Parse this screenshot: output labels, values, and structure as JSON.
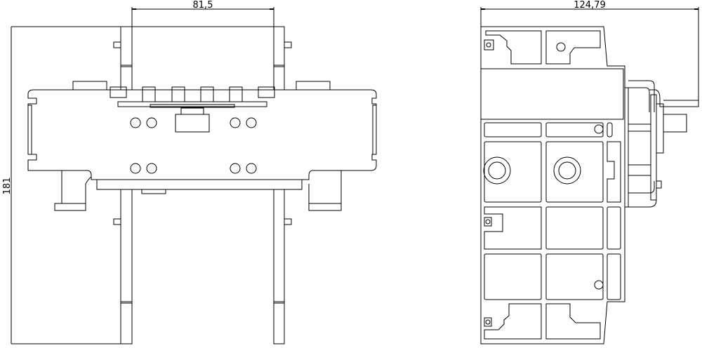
{
  "drawing": {
    "front_view": {
      "width_dimension": "81,5",
      "height_dimension": "181"
    },
    "side_view": {
      "depth_dimension": "124,79"
    },
    "line_color": "#000000",
    "background_color": "#ffffff"
  }
}
